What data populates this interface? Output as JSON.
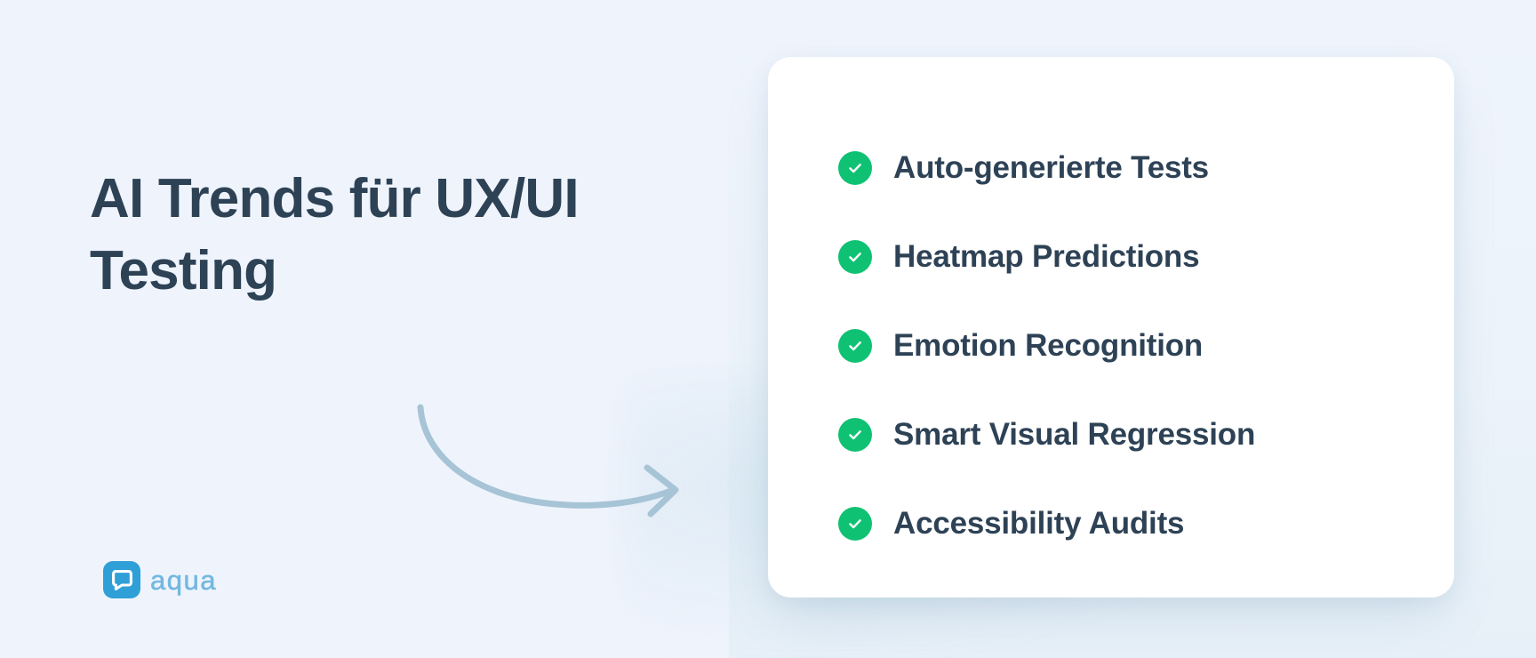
{
  "colors": {
    "background": "#eff4fc",
    "card_background": "#ffffff",
    "heading_text": "#2e4256",
    "check_green": "#0fc273",
    "arrow": "#a7c4d6",
    "logo_mark_blue": "#2f9fd8",
    "logo_word_blue": "#74b8e0"
  },
  "hero": {
    "headline": "AI Trends für UX/UI Testing",
    "headline_line_1": "AI Trends für UX/UI",
    "headline_line_2": "Testing",
    "arrow_icon": "curved-arrow-right-icon"
  },
  "logo": {
    "mark_icon": "aqua-speech-bubble-icon",
    "wordmark": "aqua"
  },
  "card": {
    "items": [
      {
        "icon": "check-circle-icon",
        "label": "Auto-generierte Tests"
      },
      {
        "icon": "check-circle-icon",
        "label": "Heatmap Predictions"
      },
      {
        "icon": "check-circle-icon",
        "label": "Emotion Recognition"
      },
      {
        "icon": "check-circle-icon",
        "label": "Smart Visual Regression"
      },
      {
        "icon": "check-circle-icon",
        "label": "Accessibility Audits"
      }
    ]
  }
}
